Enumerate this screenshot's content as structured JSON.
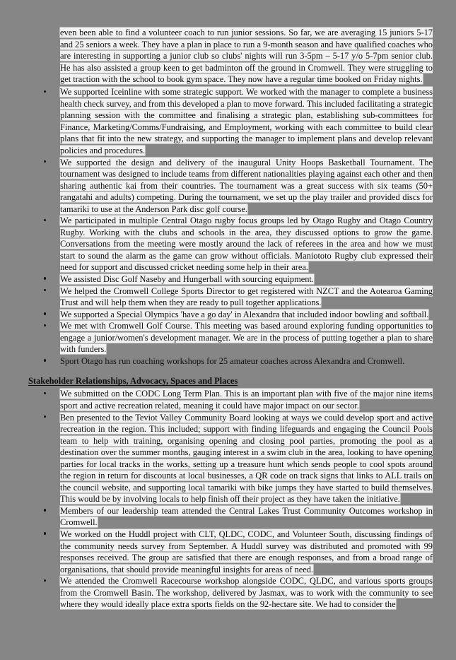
{
  "document": {
    "background_color": "#868686",
    "text_color": "#121212",
    "highlight_color": "#f2f2f2",
    "continuation_paragraph": "even been able to find a volunteer coach to run junior sessions. So far, we are averaging 15 juniors 5-17 and 25 seniors a week.  They have a plan in place to run a 9-month season and have qualified coaches who are interesting in supporting a junior club so clubs' nights will run 3-5pm – 5-17 y/o 5-7pm senior club. He has also assisted a group keen to get badminton off the ground in Cromwell. They were struggling to get traction with the school to book gym space. They now have a regular time booked on Friday nights.",
    "bullets_top": [
      "We supported Iceinline with some strategic support. We worked with the manager to complete a business health check survey, and from this developed a plan to move forward. This included facilitating a strategic planning session with the committee and finalising a strategic plan, establishing sub-committees for Finance, Marketing/Comms/Fundraising, and Employment, working with each committee to build clear plans that fit into the new strategy, and supporting the manager to implement plans and develop relevant policies and procedures.",
      "We supported the design and delivery of the inaugural Unity Hoops Basketball Tournament. The tournament was designed to include teams from different nationalities playing against each other and then sharing authentic kai from their countries. The tournament was a great success with six teams (50+ rangatahi and adults) competing. During the tournament, we set up the play trailer and provided discs for tamariki to use at the Anderson Park disc golf course.",
      "We participated in multiple Central Otago rugby focus groups led by Otago Rugby and Otago Country Rugby. Working with the clubs and schools in the area, they discussed options to grow the game. Conversations from the meeting were mostly around the lack of referees in the area and how we must start to sound the alarm as the game can grow without officials.  Maniototo Rugby club expressed their need for support and discussed cricket needing some help in their area.",
      "We assisted Disc Golf Naseby and Hungerball with sourcing equipment.",
      "We helped the Cromwell College Sports Director to get registered with NZCT and the Aotearoa Gaming Trust and will help them when they are ready to pull together applications.",
      "We supported a Special Olympics 'have a go day' in Alexandra that included indoor bowling and softball.",
      "We met with Cromwell Golf Course. This meeting was based around exploring funding opportunities to engage a junior/women's development manager. We are in the process of putting together a plan to share with funders.",
      "Sport Otago has run coaching workshops for 25 amateur coaches across Alexandra and Cromwell."
    ],
    "section_heading": "Stakeholder Relationships, Advocacy, Spaces and Places",
    "bullets_bottom": [
      "We submitted on the CODC Long Term Plan. This is an important plan with five of the major nine items sport and active recreation related, meaning it could have major impact on our sector.",
      "Ben presented to the Teviot Valley Community Board looking at ways we could develop sport and active recreation in the region. This included; support with finding lifeguards and engaging the Council Pools team to help with training, organising opening and closing pool parties, promoting the pool as a destination over the summer months, gauging interest in a swim club in the area, looking to have opening parties for local tracks in the works, setting up a treasure hunt which sends people to cool spots around the region in return for discounts at local businesses, a QR code on track signs that links to ALL trails on the council website, and supporting local tamariki with bike jumps they have started to build themselves. This would be by involving locals to help finish off their project as they have taken the initiative.",
      "Members of our leadership team attended the Central Lakes Trust Community Outcomes workshop in Cromwell.",
      "We worked on the Huddl project with CLT, QLDC, CODC, and Volunteer South, discussing findings of the community needs survey from September. A Huddl survey was distributed and promoted with 99 responses received. The group are satisfied that there are enough responses, and from a broad range of organisations, that should provide meaningful insights for areas of need.",
      "We attended the Cromwell Racecourse workshop alongside CODC, QLDC, and various sports groups from the Cromwell Basin. The workshop, delivered by Jasmax, was to work with the community to see where they would ideally place extra sports fields on the 92-hectare site. We had to consider the"
    ]
  }
}
